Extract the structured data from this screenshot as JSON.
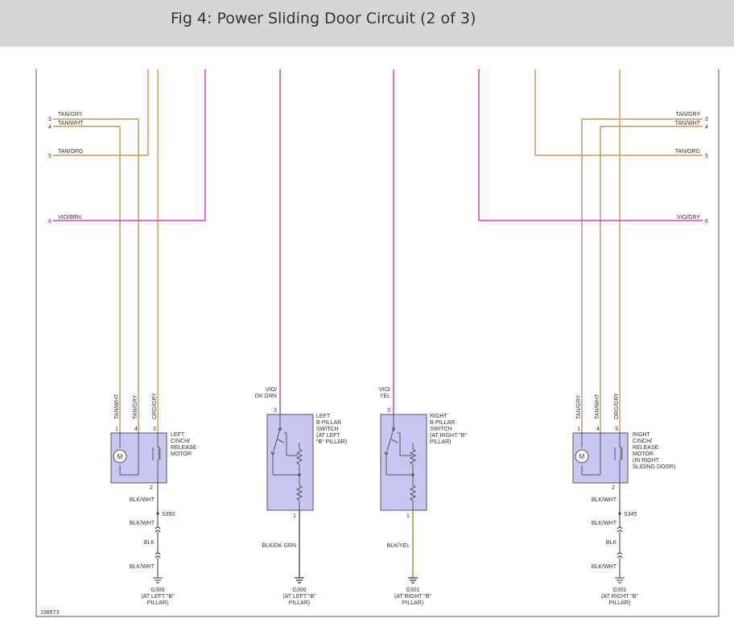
{
  "header": {
    "title": "Fig 4: Power Sliding Door Circuit (2 of 3)"
  },
  "figure_id": "198673",
  "colors": {
    "tan": "#c49a5a",
    "orange": "#e89c4a",
    "violet": "#d63fd6",
    "violet_alt": "#a050c8",
    "yellow_green": "#8f9a2a",
    "black": "#555555",
    "component_fill": "#c9c6f2"
  },
  "left_connector": {
    "pins": [
      {
        "pin": "3",
        "label": "TAN/GRY"
      },
      {
        "pin": "4",
        "label": "TAN/WHT"
      },
      {
        "pin": "5",
        "label": "TAN/ORG"
      },
      {
        "pin": "6",
        "label": "VIO/BRN"
      }
    ]
  },
  "right_connector": {
    "pins": [
      {
        "pin": "3",
        "label": "TAN/GRY"
      },
      {
        "pin": "4",
        "label": "TAN/WHT"
      },
      {
        "pin": "5",
        "label": "TAN/ORG"
      },
      {
        "pin": "6",
        "label": "VIO/GRY"
      }
    ]
  },
  "left_motor": {
    "wires": [
      {
        "pin": "1",
        "label": "TAN/WHT"
      },
      {
        "pin": "4",
        "label": "TAN/GRY"
      },
      {
        "pin": "3",
        "label": "ORG/GRY"
      }
    ],
    "name": [
      "LEFT",
      "CINCH/",
      "RELEASE",
      "MOTOR"
    ],
    "motor_symbol": "M",
    "ground_pin": "2",
    "splice": "S350",
    "ground_wires": [
      "BLK/WHT",
      "BLK/WHT",
      "BLK",
      "BLK/WHT"
    ],
    "ground": [
      "G300",
      "(AT LEFT \"B\"",
      "PILLAR)"
    ]
  },
  "right_motor": {
    "wires": [
      {
        "pin": "1",
        "label": "TAN/GRY"
      },
      {
        "pin": "4",
        "label": "TAN/WHT"
      },
      {
        "pin": "3",
        "label": "ORG/GRY"
      }
    ],
    "name": [
      "RIGHT",
      "CINCH/",
      "RELEASE",
      "MOTOR",
      "(IN RIGHT",
      "SLIDING DOOR)"
    ],
    "motor_symbol": "M",
    "ground_pin": "2",
    "splice": "S345",
    "ground_wires": [
      "BLK/WHT",
      "BLK/WHT",
      "BLK",
      "BLK/WHT"
    ],
    "ground": [
      "G301",
      "(AT RIGHT \"B\"",
      "PILLAR)"
    ]
  },
  "left_switch": {
    "wire_in": [
      "VIO/",
      "DK GRN"
    ],
    "pin_in": "3",
    "name": [
      "LEFT",
      "B-PILLAR",
      "SWITCH",
      "(AT LEFT",
      "\"B\" PILLAR)"
    ],
    "pin_out": "1",
    "wire_out": "BLK/DK GRN",
    "ground": [
      "G300",
      "(AT LEFT \"B\"",
      "PILLAR)"
    ]
  },
  "right_switch": {
    "wire_in": [
      "VIO/",
      "YEL"
    ],
    "pin_in": "3",
    "name": [
      "RIGHT",
      "B-PILLAR",
      "SWITCH",
      "(AT RIGHT \"B\"",
      "PILLAR)"
    ],
    "pin_out": "1",
    "wire_out": "BLK/YEL",
    "ground": [
      "G301",
      "(AT RIGHT \"B\"",
      "PILLAR)"
    ]
  }
}
